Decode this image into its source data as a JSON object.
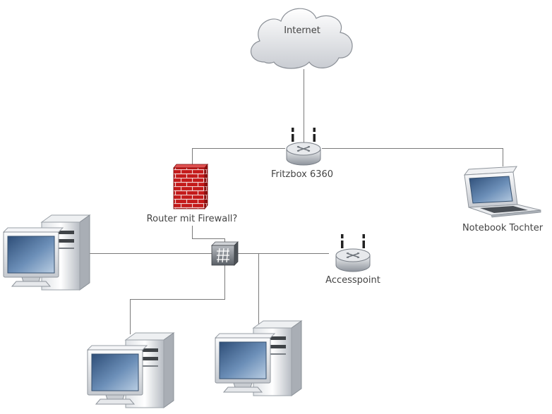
{
  "nodes": {
    "internet": {
      "label": "Internet"
    },
    "fritzbox": {
      "label": "Fritzbox 6360"
    },
    "firewall": {
      "label": "Router mit Firewall?"
    },
    "notebook": {
      "label": "Notebook Tochter"
    },
    "accesspoint": {
      "label": "Accesspoint"
    },
    "switch": {
      "label": ""
    },
    "pc_left": {
      "label": ""
    },
    "pc_bottom_left": {
      "label": ""
    },
    "pc_bottom_right": {
      "label": ""
    }
  },
  "icons": {
    "internet": "cloud-icon",
    "fritzbox": "wireless-router-icon",
    "firewall": "firewall-icon",
    "notebook": "laptop-icon",
    "accesspoint": "wireless-router-icon",
    "switch": "switch-icon",
    "pc": "desktop-computer-icon"
  },
  "colors": {
    "line": "#7a7a7a",
    "label": "#444444",
    "firewall_brick": "#c41a1a"
  }
}
